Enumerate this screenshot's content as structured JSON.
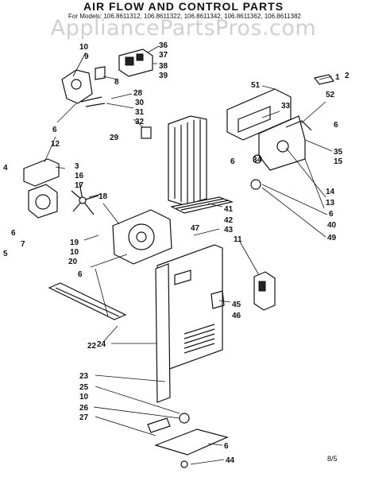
{
  "title": "AIR FLOW AND CONTROL PARTS",
  "models_line": "For Models: 106.8611312, 106.8611322, 106.8611342, 106.8611362, 106.8611382",
  "watermark": "AppliancePartsPros.com",
  "page_code": "8/5",
  "callouts": [
    "10",
    "9",
    "36",
    "37",
    "38",
    "39",
    "8",
    "28",
    "30",
    "31",
    "32",
    "29",
    "6",
    "12",
    "3",
    "4",
    "16",
    "17",
    "18",
    "5",
    "7",
    "19",
    "10",
    "20",
    "6",
    "22",
    "51",
    "1",
    "52",
    "33",
    "6",
    "35",
    "15",
    "34",
    "14",
    "13",
    "6",
    "40",
    "49",
    "41",
    "42",
    "43",
    "47",
    "11",
    "45",
    "46",
    "24",
    "23",
    "25",
    "10",
    "26",
    "27",
    "6",
    "44",
    "6",
    "2",
    "6"
  ]
}
